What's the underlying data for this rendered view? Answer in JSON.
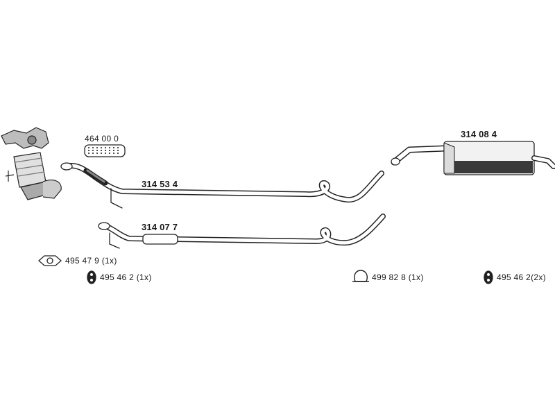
{
  "parts": {
    "flex_pipe": "464 00 0",
    "front_pipe": "314 53 4",
    "middle_pipe": "314 07 7",
    "rear_silencer": "314 08 4"
  },
  "accessories": {
    "gasket_a": "495 47 9 (1x)",
    "mount_a": "495 46 2  (1x)",
    "clamp": "499 82 8 (1x)",
    "mount_b": "495 46 2(2x)"
  },
  "colors": {
    "line": "#222222",
    "pipe_fill": "#ffffff",
    "silencer_shade": "#3a3a3a",
    "catalyst_fill": "#cfcfcf"
  }
}
